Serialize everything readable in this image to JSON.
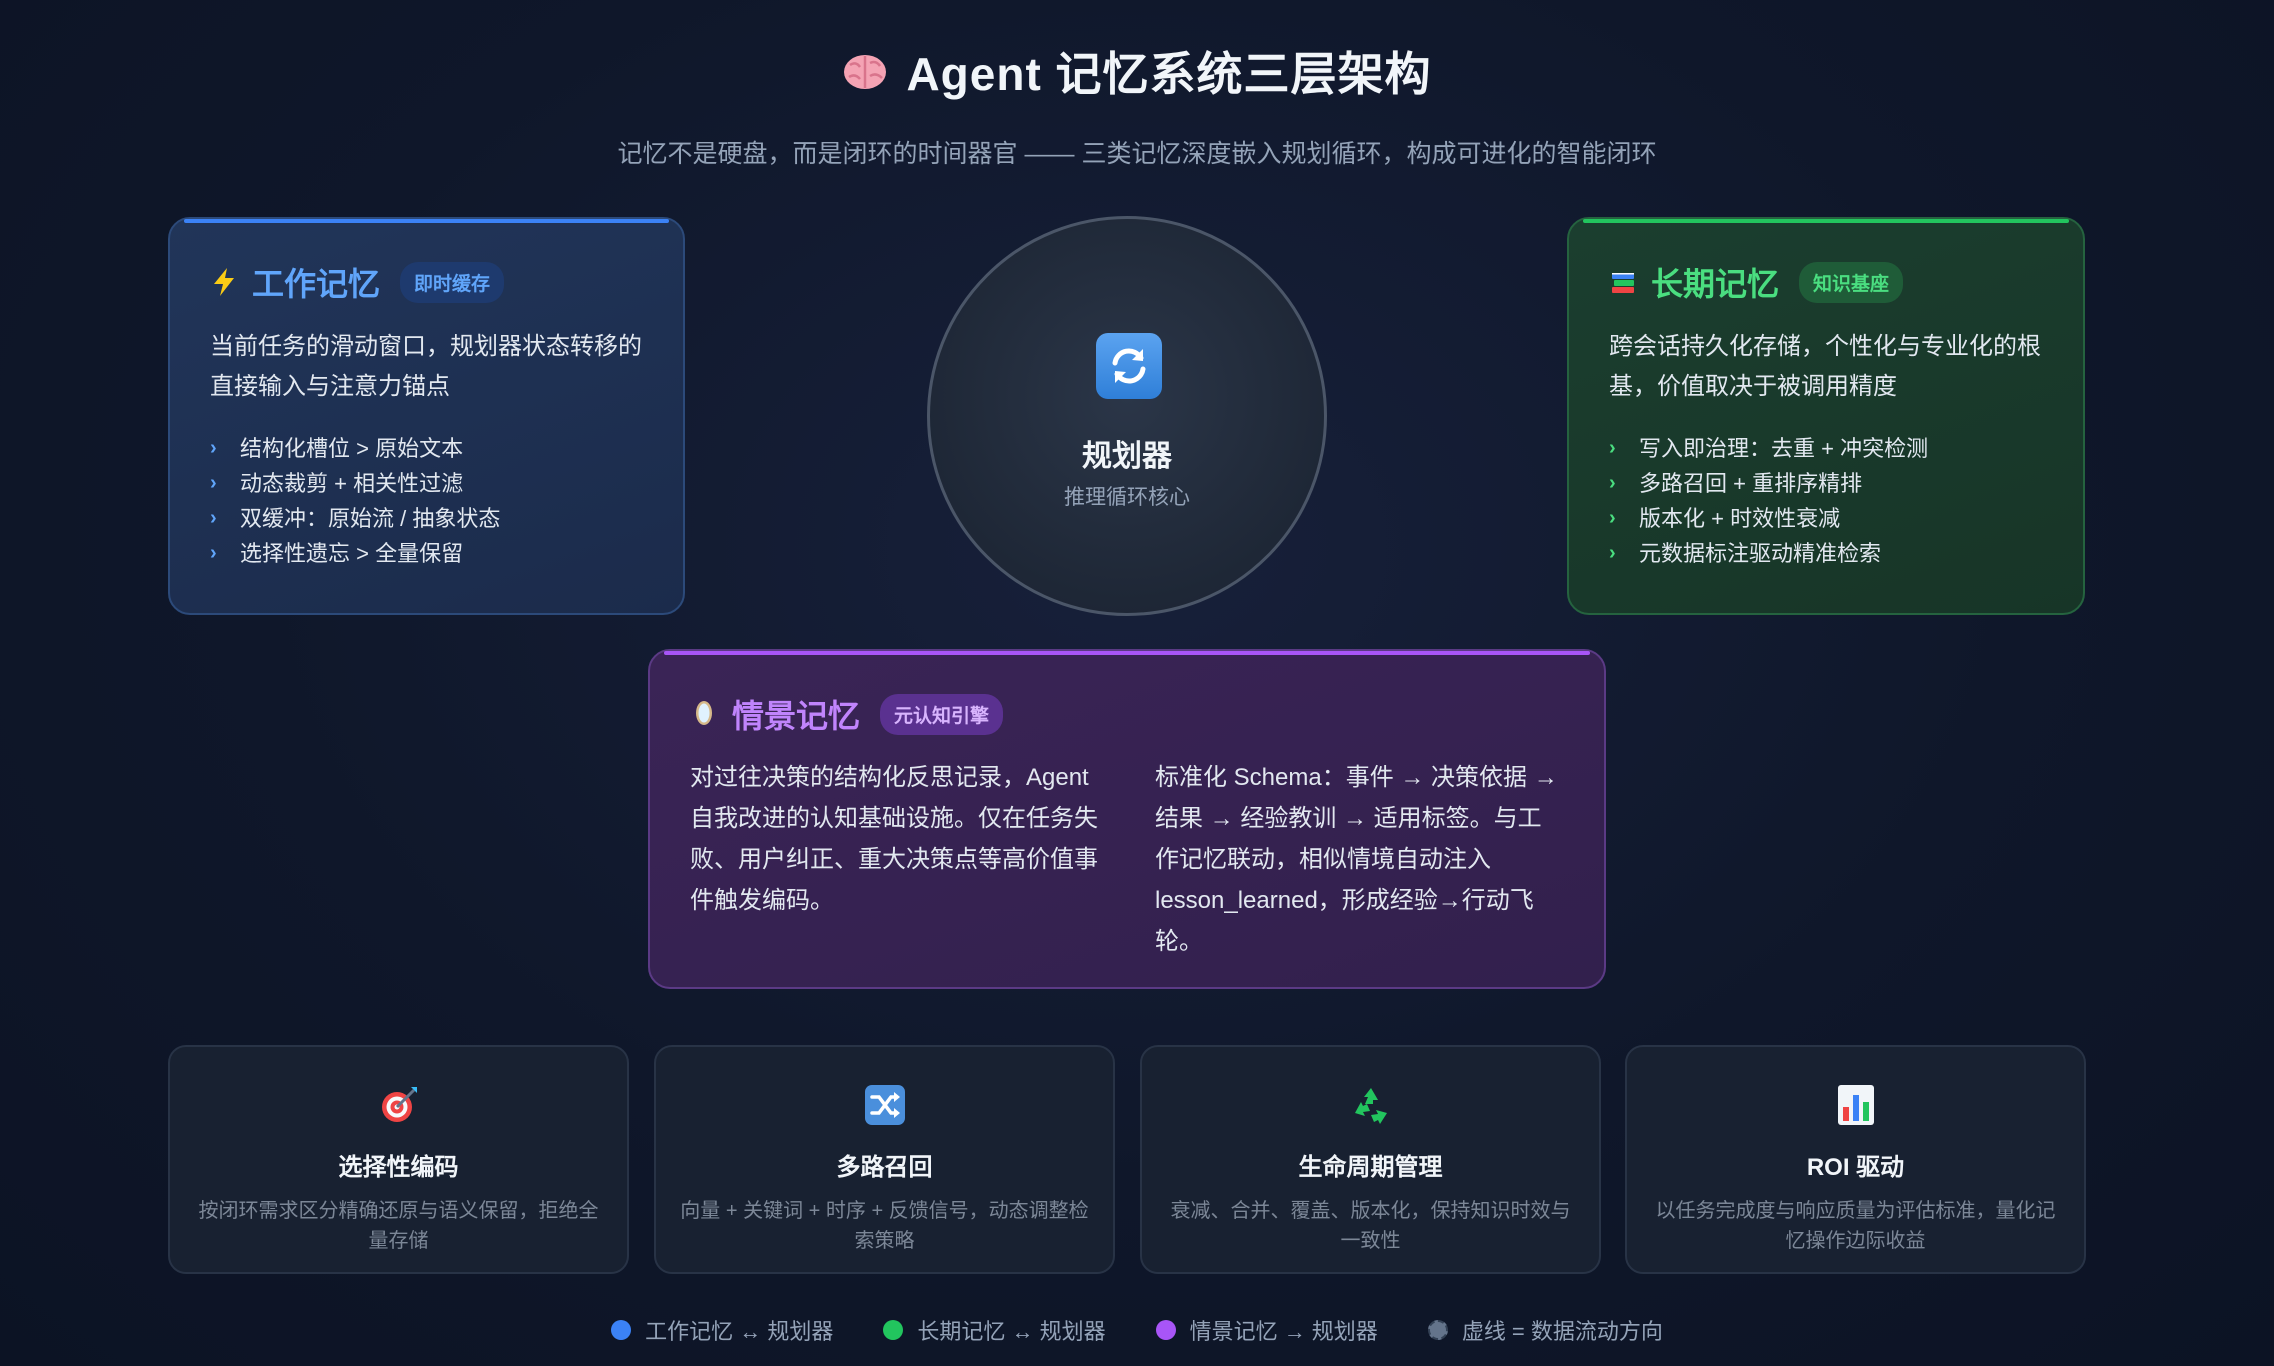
{
  "header": {
    "title": "Agent 记忆系统三层架构",
    "subtitle": "记忆不是硬盘，而是闭环的时间器官 —— 三类记忆深度嵌入规划循环，构成可进化的智能闭环"
  },
  "working": {
    "icon": "lightning-icon",
    "title": "工作记忆",
    "badge": "即时缓存",
    "desc": "当前任务的滑动窗口，规划器状态转移的直接输入与注意力锚点",
    "bullets": [
      "结构化槽位 > 原始文本",
      "动态裁剪 + 相关性过滤",
      "双缓冲：原始流 / 抽象状态",
      "选择性遗忘 > 全量保留"
    ],
    "accent": "#3b82f6"
  },
  "longterm": {
    "icon": "books-icon",
    "title": "长期记忆",
    "badge": "知识基座",
    "desc": "跨会话持久化存储，个性化与专业化的根基，价值取决于被调用精度",
    "bullets": [
      "写入即治理：去重 + 冲突检测",
      "多路召回 + 重排序精排",
      "版本化 + 时效性衰减",
      "元数据标注驱动精准检索"
    ],
    "accent": "#22c55e"
  },
  "planner": {
    "icon": "refresh-icon",
    "title": "规划器",
    "subtitle": "推理循环核心"
  },
  "episodic": {
    "icon": "mirror-icon",
    "title": "情景记忆",
    "badge": "元认知引擎",
    "col1": "对过往决策的结构化反思记录，Agent 自我改进的认知基础设施。仅在任务失败、用户纠正、重大决策点等高价值事件触发编码。",
    "col2": "标准化 Schema：事件 → 决策依据 → 结果 → 经验教训 → 适用标签。与工作记忆联动，相似情境自动注入 lesson_learned，形成经验→行动飞轮。",
    "accent": "#a855f7"
  },
  "features": [
    {
      "icon": "target-icon",
      "title": "选择性编码",
      "desc": "按闭环需求区分精确还原与语义保留，拒绝全量存储"
    },
    {
      "icon": "shuffle-icon",
      "title": "多路召回",
      "desc": "向量 + 关键词 + 时序 + 反馈信号，动态调整检索策略"
    },
    {
      "icon": "recycle-icon",
      "title": "生命周期管理",
      "desc": "衰减、合并、覆盖、版本化，保持知识时效与一致性"
    },
    {
      "icon": "bar-chart-icon",
      "title": "ROI 驱动",
      "desc": "以任务完成度与响应质量为评估标准，量化记忆操作边际收益"
    }
  ],
  "legend": [
    {
      "label": "工作记忆 ↔ 规划器",
      "color": "#3b82f6"
    },
    {
      "label": "长期记忆 ↔ 规划器",
      "color": "#22c55e"
    },
    {
      "label": "情景记忆 → 规划器",
      "color": "#a855f7"
    },
    {
      "label": "虚线 = 数据流动方向",
      "color": "#64748b"
    }
  ]
}
